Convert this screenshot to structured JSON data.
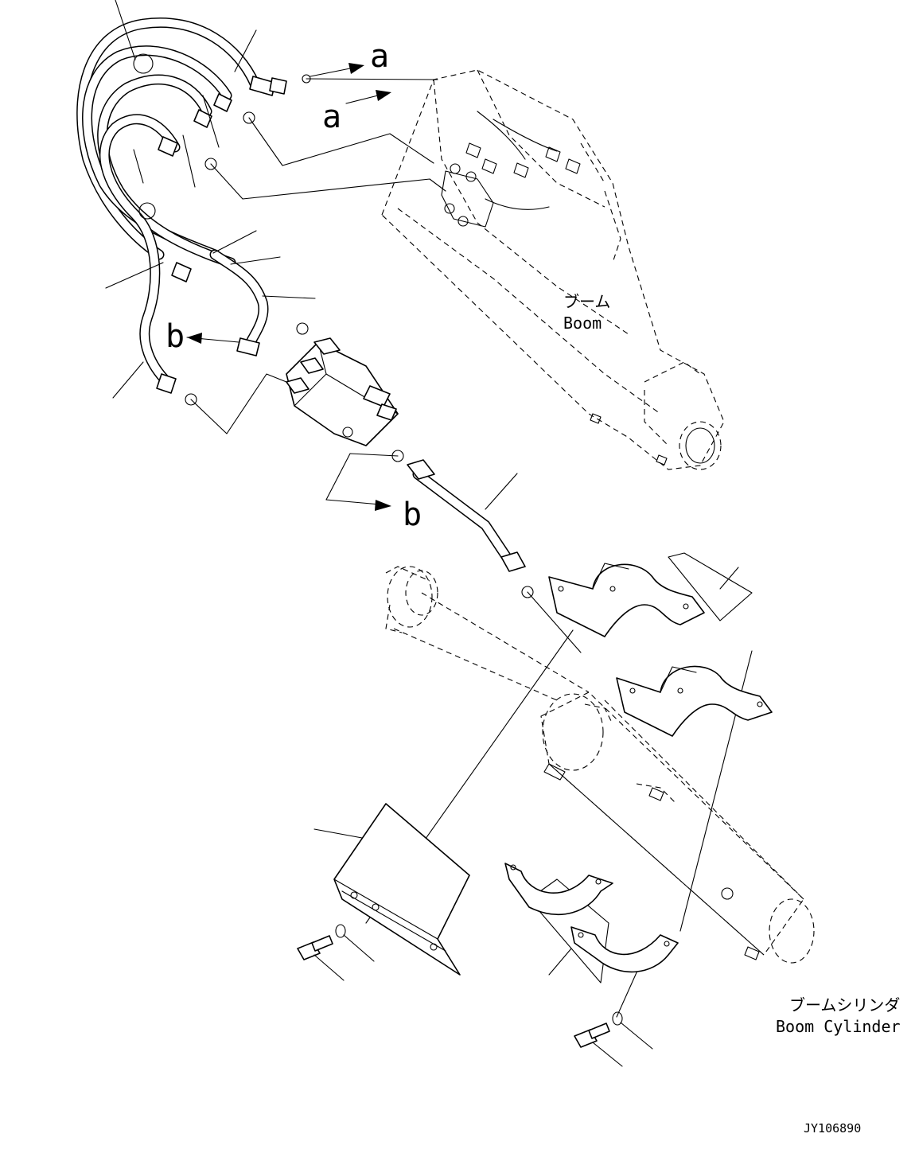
{
  "callouts": {
    "a_top": "a",
    "a_mid": "a",
    "b_left": "b",
    "b_bottom": "b"
  },
  "labels": {
    "boom_jp": "ブーム",
    "boom_en": "Boom",
    "boom_cylinder_jp": "ブームシリンダ",
    "boom_cylinder_en": "Boom Cylinder"
  },
  "drawing_number": "JY106890"
}
